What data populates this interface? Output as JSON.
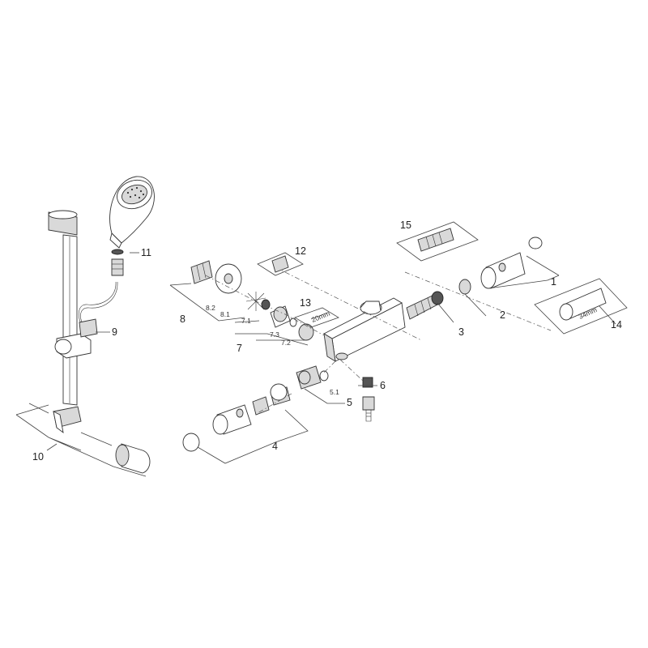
{
  "labels": {
    "p1": "1",
    "p2": "2",
    "p3": "3",
    "p4": "4",
    "p5": "5",
    "p5_1": "5.1",
    "p6": "6",
    "p7": "7",
    "p7_1": "7.1",
    "p7_2": "7.2",
    "p7_3": "7.3",
    "p8": "8",
    "p8_1": "8.1",
    "p8_2": "8.2",
    "p9": "9",
    "p10": "10",
    "p11": "11",
    "p12": "12",
    "p13": "13",
    "p14": "14",
    "p15": "15"
  },
  "annotations": {
    "size_34mm": "34mm",
    "size_20mm": "20mm"
  },
  "colors": {
    "line": "#444444",
    "part_fill": "#ffffff",
    "shade": "#d9d9d9",
    "dark": "#555555"
  }
}
